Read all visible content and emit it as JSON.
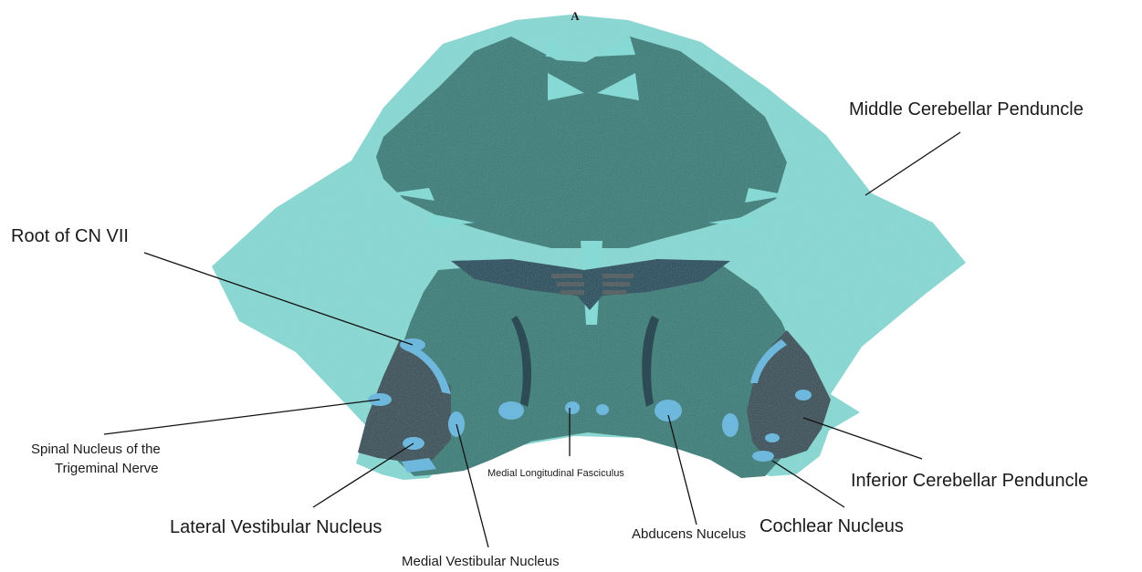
{
  "figure_letter": "A",
  "colors": {
    "light_tissue": "#86d9d4",
    "mid_tissue": "#2f7d78",
    "dark_region": "#0f4a5c",
    "very_dark": "#2d4b55",
    "nucleus_blue": "#6fb8dd",
    "stripe_gray": "#5b6466"
  },
  "labels": {
    "middle_cerebellar_peduncle": "Middle Cerebellar Penduncle",
    "root_cn_vii": "Root of CN VII",
    "spinal_nucleus_line1": "Spinal Nucleus of the",
    "spinal_nucleus_line2": "Trigeminal Nerve",
    "lateral_vestibular_nucleus": "Lateral Vestibular Nucleus",
    "medial_vestibular_nucleus": "Medial Vestibular Nucleus",
    "medial_longitudinal_fasciculus": "Medial Longitudinal Fasciculus",
    "abducens_nucleus": "Abducens Nucelus",
    "cochlear_nucleus": "Cochlear Nucleus",
    "inferior_cerebellar_peduncle": "Inferior Cerebellar Penduncle"
  }
}
